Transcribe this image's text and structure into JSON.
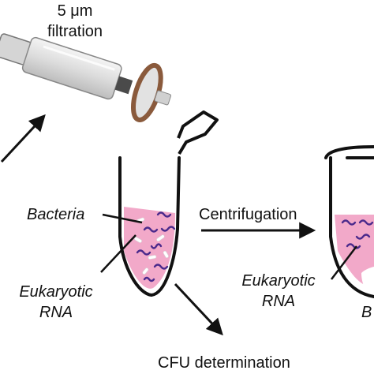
{
  "labels": {
    "filtration_size": "5 μm",
    "filtration_word": "filtration",
    "bacteria": "Bacteria",
    "eukaryotic_line1": "Eukaryotic",
    "eukaryotic_line2": "RNA",
    "centrifugation": "Centrifugation",
    "eukaryotic2_line1": "Eukaryotic",
    "eukaryotic2_line2": "RNA",
    "cut_label": "B",
    "cfu": "CFU determination"
  },
  "colors": {
    "liquid": "#f2a9c9",
    "bacteria_rod": "#ffffff",
    "rna_squiggle": "#4b2a8c",
    "stroke": "#111111",
    "filter_brown": "#8a5a3c"
  }
}
